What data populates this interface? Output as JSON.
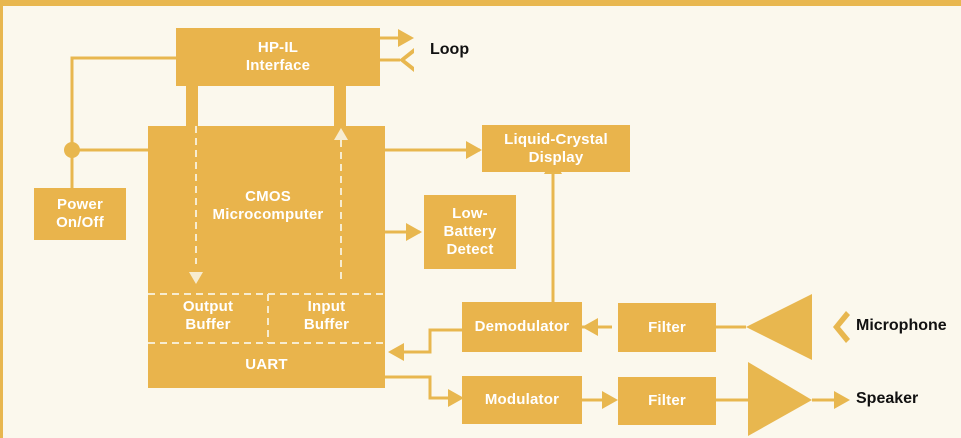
{
  "colors": {
    "block": "#e9b44c",
    "line": "#e8b74f",
    "divider": "#f7ecd0",
    "text": "#ffffff",
    "label": "#111111",
    "background": "#fbf8ed"
  },
  "blocks": {
    "hpil": "HP-IL\nInterface",
    "power": "Power\nOn/Off",
    "cmos": "CMOS\nMicrocomputer",
    "output_buffer": "Output\nBuffer",
    "input_buffer": "Input\nBuffer",
    "uart": "UART",
    "lcd": "Liquid-Crystal\nDisplay",
    "low_battery": "Low-\nBattery\nDetect",
    "demodulator": "Demodulator",
    "modulator": "Modulator",
    "filter_in": "Filter",
    "filter_out": "Filter"
  },
  "labels": {
    "loop": "Loop",
    "microphone": "Microphone",
    "speaker": "Speaker"
  }
}
